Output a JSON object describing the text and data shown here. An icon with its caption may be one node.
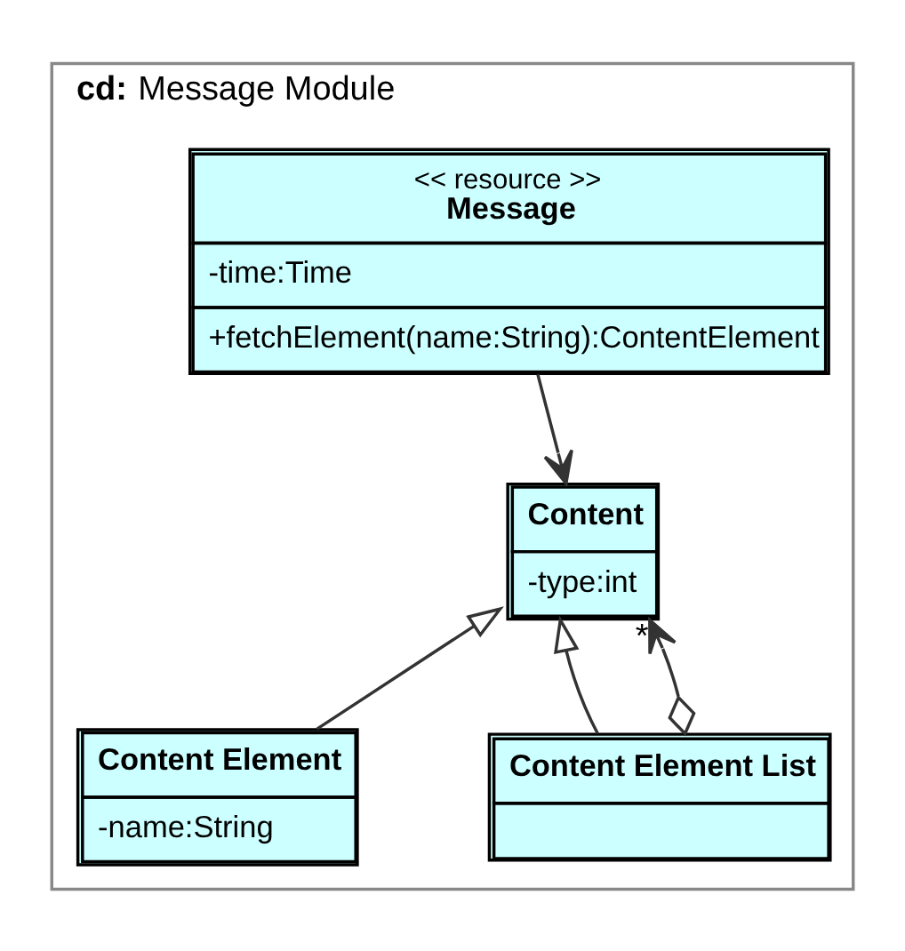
{
  "diagram": {
    "nodes": [
      {
        "text": [
          "**cd:** Message Module"
        ]
      },
      {
        "text": [
          "<< resource >>",
          "Message",
          "-time:Time",
          "+fetchElement(name:String):ContentElement"
        ],
        "in": 0
      },
      {
        "text": [
          "Content",
          "-type:int"
        ],
        "in": 0
      },
      {
        "text": [
          "Content Element",
          "-name:String"
        ],
        "in": 0
      },
      {
        "text": [
          "Content Element List"
        ],
        "in": 0
      }
    ],
    "edges": [
      {
        "from": 1,
        "to": 2,
        "arrow": "to"
      },
      {
        "from": 3,
        "to": 2,
        "arrow": "to"
      },
      {
        "from": 4,
        "to": 2,
        "arrow": "to"
      },
      {
        "from": 4,
        "to": 2,
        "arrow": "to",
        "label": "*"
      }
    ]
  }
}
